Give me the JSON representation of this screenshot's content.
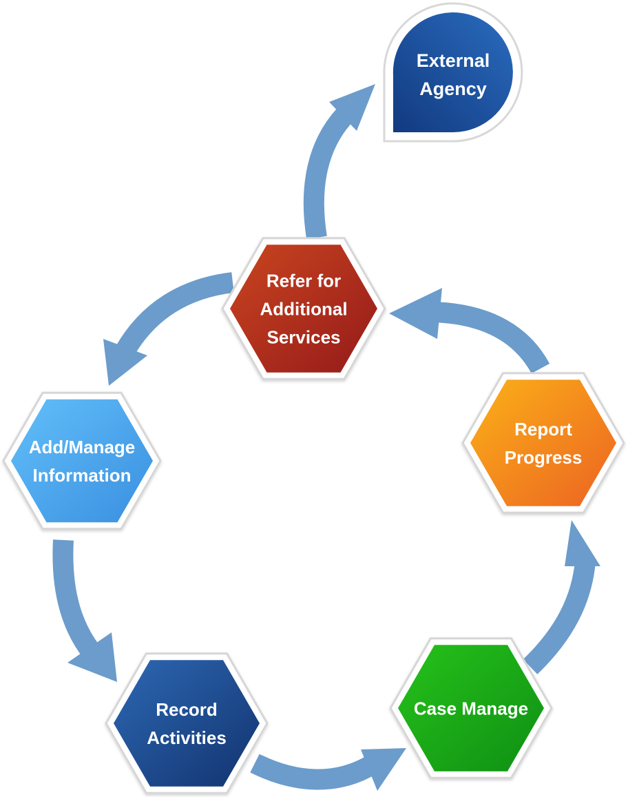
{
  "diagram": {
    "nodes": [
      {
        "id": "refer",
        "lines": [
          "Refer for",
          "Additional",
          "Services"
        ],
        "color": "#b0301e"
      },
      {
        "id": "report",
        "lines": [
          "Report",
          "Progress"
        ],
        "color": "#f08a1e"
      },
      {
        "id": "case",
        "lines": [
          "Case Manage"
        ],
        "color": "#1ca81c"
      },
      {
        "id": "record",
        "lines": [
          "Record",
          "Activities"
        ],
        "color": "#1e4e96"
      },
      {
        "id": "add",
        "lines": [
          "Add/Manage",
          "Information"
        ],
        "color": "#4aa6ee"
      },
      {
        "id": "external",
        "lines": [
          "External",
          "Agency"
        ],
        "color": "#1d4f9c"
      }
    ],
    "arrow_color": "#6b9ccb"
  }
}
